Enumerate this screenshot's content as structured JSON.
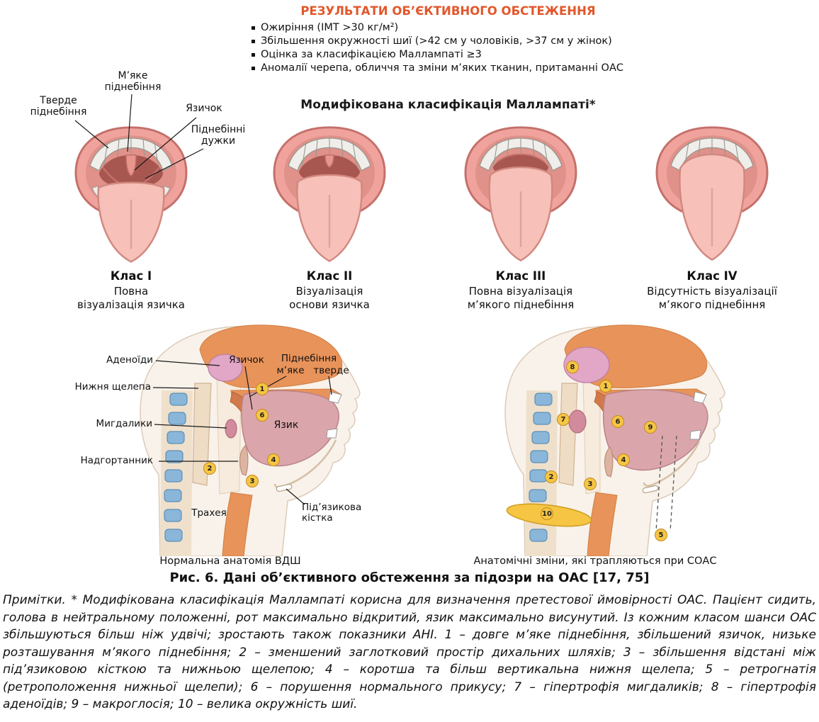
{
  "colors": {
    "accent_orange": "#e2572b",
    "badge_yellow": "#f6c544",
    "spine_blue": "#8ab6da",
    "anatomy_orange": "#e8935a"
  },
  "header": {
    "title": "РЕЗУЛЬТАТИ ОБ’ЄКТИВНОГО ОБСТЕЖЕННЯ",
    "bullets": [
      "Ожиріння (ІМТ >30 кг/м²)",
      "Збільшення окружності шиї (>42 см у чоловіків, >37 см у жінок)",
      "Оцінка за класифікацією Маллампаті ≥3",
      "Аномалії черепа, обличчя та зміни м’яких тканин, притаманні ОАС"
    ]
  },
  "mallampati": {
    "heading": "Модифікована класифікація Маллампаті*",
    "callouts": {
      "soft_palate": "М’яке\nпіднебіння",
      "hard_palate": "Тверде\nпіднебіння",
      "uvula": "Язичок",
      "pillars": "Піднебінні\nдужки"
    },
    "classes": [
      {
        "name": "Клас I",
        "desc": "Повна\nвізуалізація язичка"
      },
      {
        "name": "Клас II",
        "desc": "Візуалізація\nоснови язичка"
      },
      {
        "name": "Клас III",
        "desc": "Повна візуалізація\nм’якого піднебіння"
      },
      {
        "name": "Клас IV",
        "desc": "Відсутність візуалізації\nм’якого піднебіння"
      }
    ]
  },
  "anatomy": {
    "left": {
      "caption": "Нормальна анатомія ВДШ",
      "labels": {
        "adenoids": "Аденоїди",
        "lower_jaw": "Нижня щелепа",
        "tonsils": "Мигдалики",
        "epiglottis": "Надгортанник",
        "uvula": "Язичок",
        "palate": "Піднебіння",
        "palate_soft": "м’яке",
        "palate_hard": "тверде",
        "tongue": "Язик",
        "trachea": "Трахея",
        "hyoid": "Під’язикова кістка"
      },
      "numbers": [
        "1",
        "6",
        "2",
        "3",
        "4"
      ]
    },
    "right": {
      "caption": "Анатомічні зміни, які трапляються при СОАС",
      "numbers": [
        "8",
        "1",
        "7",
        "6",
        "9",
        "2",
        "3",
        "4",
        "10",
        "5"
      ]
    }
  },
  "figure": {
    "caption": "Рис. 6. Дані об’єктивного обстеження за підозри на ОАС [17, 75]"
  },
  "notes": {
    "text": "Примітки. * Модифікована класифікація Маллампаті корисна для визначення претестової ймовірності ОАС. Пацієнт сидить, голова в нейтральному положенні, рот максимально відкритий, язик максимально висунутий. Із кожним класом шанси ОАС збільшуються більш ніж удвічі; зростають також показники АНІ. 1 – довге м’яке піднебіння, збільшений язичок, низьке розташування м’якого піднебіння; 2 – зменшений заглотковий простір дихальних шляхів; 3 – збільшення відстані між під’язиковою кісткою та нижньою щелепою; 4 – коротша та більш вертикальна нижня щелепа; 5 – ретрогнатія (ретроположення нижньої щелепи); 6 – порушення нормального прикусу; 7 – гіпертрофія мигдаликів; 8 – гіпертрофія аденоїдів; 9 – макроглосія; 10 – велика окружність шиї."
  }
}
